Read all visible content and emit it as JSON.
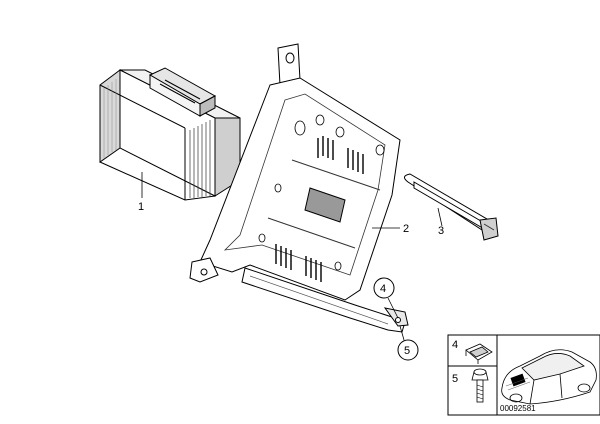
{
  "callouts": [
    {
      "id": "1",
      "text": "1"
    },
    {
      "id": "2",
      "text": "2"
    },
    {
      "id": "3",
      "text": "3"
    },
    {
      "id": "4",
      "text": "4"
    },
    {
      "id": "5",
      "text": "5"
    }
  ],
  "inset": {
    "label_clip": "4",
    "label_bolt": "5",
    "ref_number": "00092581"
  }
}
